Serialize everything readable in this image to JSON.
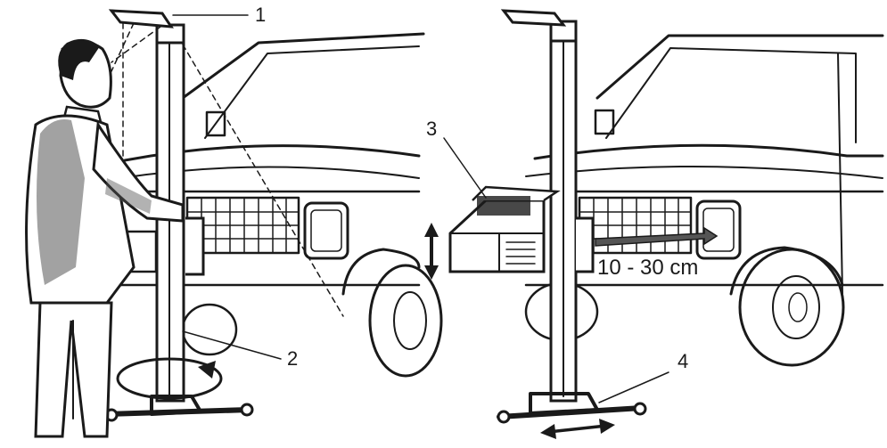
{
  "callouts": {
    "c1": "1",
    "c2": "2",
    "c3": "3",
    "c4": "4"
  },
  "dimension_label": "10 - 30 cm",
  "colors": {
    "ink": "#1a1a1a",
    "paper": "#ffffff",
    "shade": "#555555"
  }
}
